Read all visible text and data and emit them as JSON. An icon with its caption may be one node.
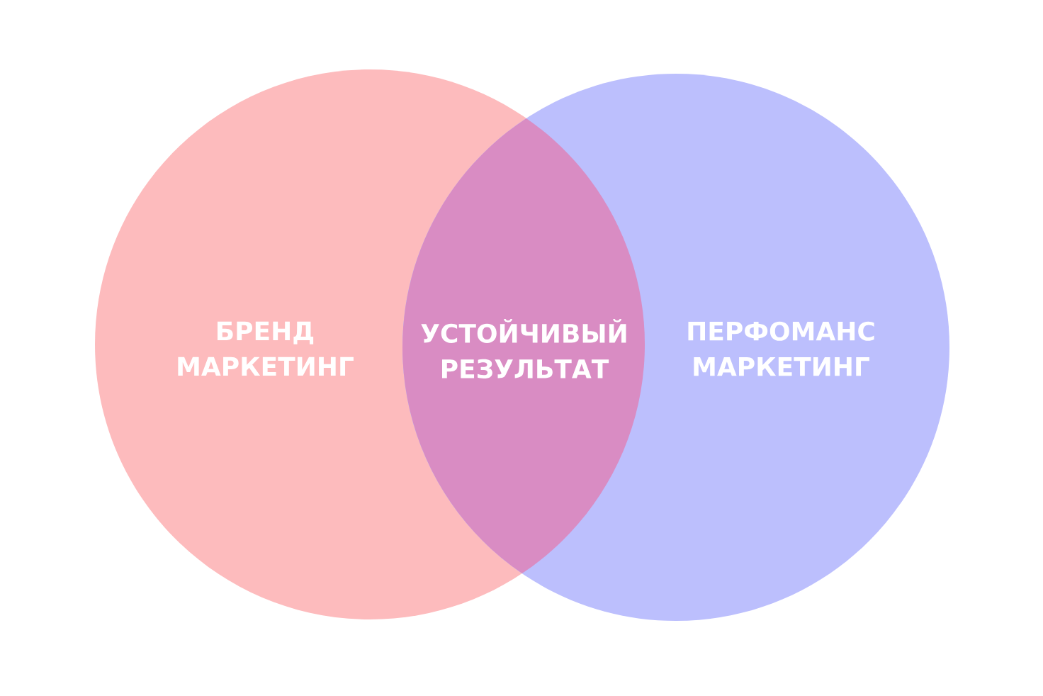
{
  "diagram": {
    "nodes": [
      {
        "text": [
          "БРЕНД МАРКЕТИНГ"
        ]
      },
      {
        "text": [
          "УСТОЙЧИВЫЙ РЕЗУЛЬТАТ"
        ]
      },
      {
        "text": [
          "ПЕРФОМАНС МАРКЕТИНГ"
        ]
      }
    ]
  }
}
